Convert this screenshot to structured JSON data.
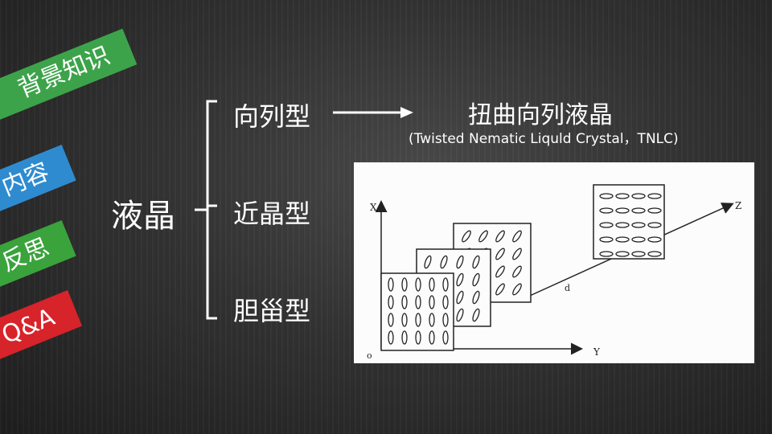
{
  "sidebar": {
    "tabs": [
      {
        "label": "背景知识"
      },
      {
        "label": "内容"
      },
      {
        "label": "反思"
      },
      {
        "label": "Q&A"
      }
    ]
  },
  "diagram": {
    "root": "液晶",
    "branches": [
      "向列型",
      "近晶型",
      "胆甾型"
    ],
    "result_title": "扭曲向列液晶",
    "result_english": "(Twisted Nematic Liquld Crystal，TNLC)"
  },
  "figure": {
    "axis_x": "X",
    "axis_y": "Y",
    "axis_z": "Z",
    "origin": "o",
    "distance": "d"
  },
  "colors": {
    "green": "#3da34a",
    "blue": "#2f8bd0",
    "red": "#d7232a",
    "text": "#ffffff"
  }
}
